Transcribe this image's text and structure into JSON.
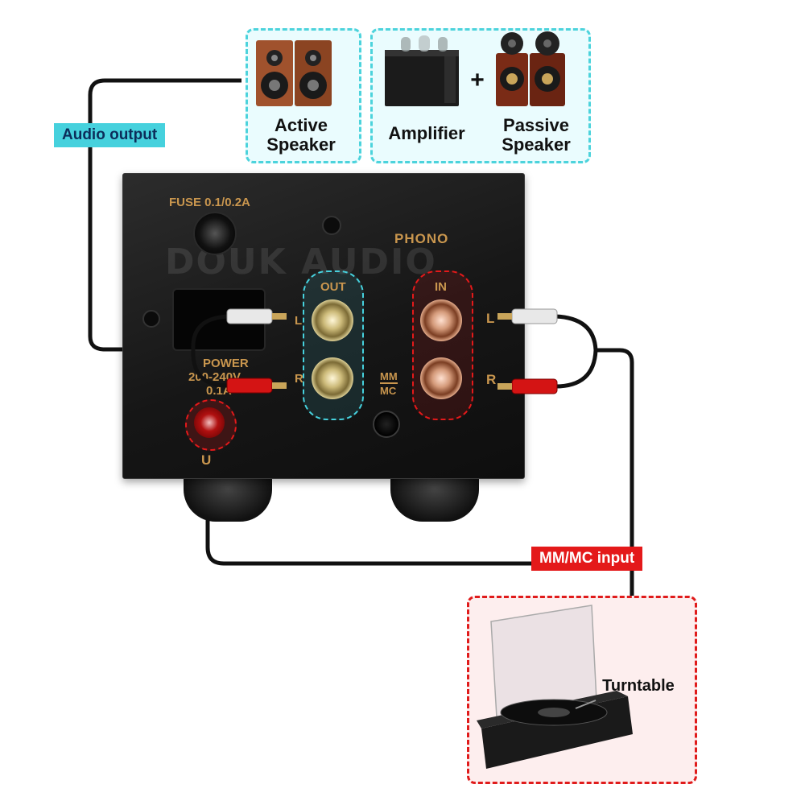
{
  "labels": {
    "audio_output": "Audio output",
    "mm_mc_input": "MM/MC input"
  },
  "devices": {
    "active_speaker": "Active\nSpeaker",
    "amplifier": "Amplifier",
    "plus": "+",
    "passive_speaker": "Passive\nSpeaker",
    "turntable": "Turntable"
  },
  "panel": {
    "fuse": "FUSE 0.1/0.2A",
    "watermark": "DOUK AUDIO",
    "phono": "PHONO",
    "out": "OUT",
    "in": "IN",
    "left_out": "L",
    "right_out": "R",
    "left_in": "L",
    "right_in": "R",
    "mm": "MM",
    "mc": "MC",
    "power": "POWER",
    "voltage": "200-240V",
    "current": "0.1A",
    "ground": "U"
  },
  "colors": {
    "cyan_accent": "#46d1dd",
    "red_accent": "#e4191a",
    "panel_text": "#c9964e"
  },
  "icons": [
    "active-speaker-icon",
    "amplifier-icon",
    "passive-speaker-icon",
    "turntable-icon",
    "fuse-holder-icon",
    "iec-socket-icon",
    "rca-plug-icon",
    "ground-terminal-icon"
  ]
}
